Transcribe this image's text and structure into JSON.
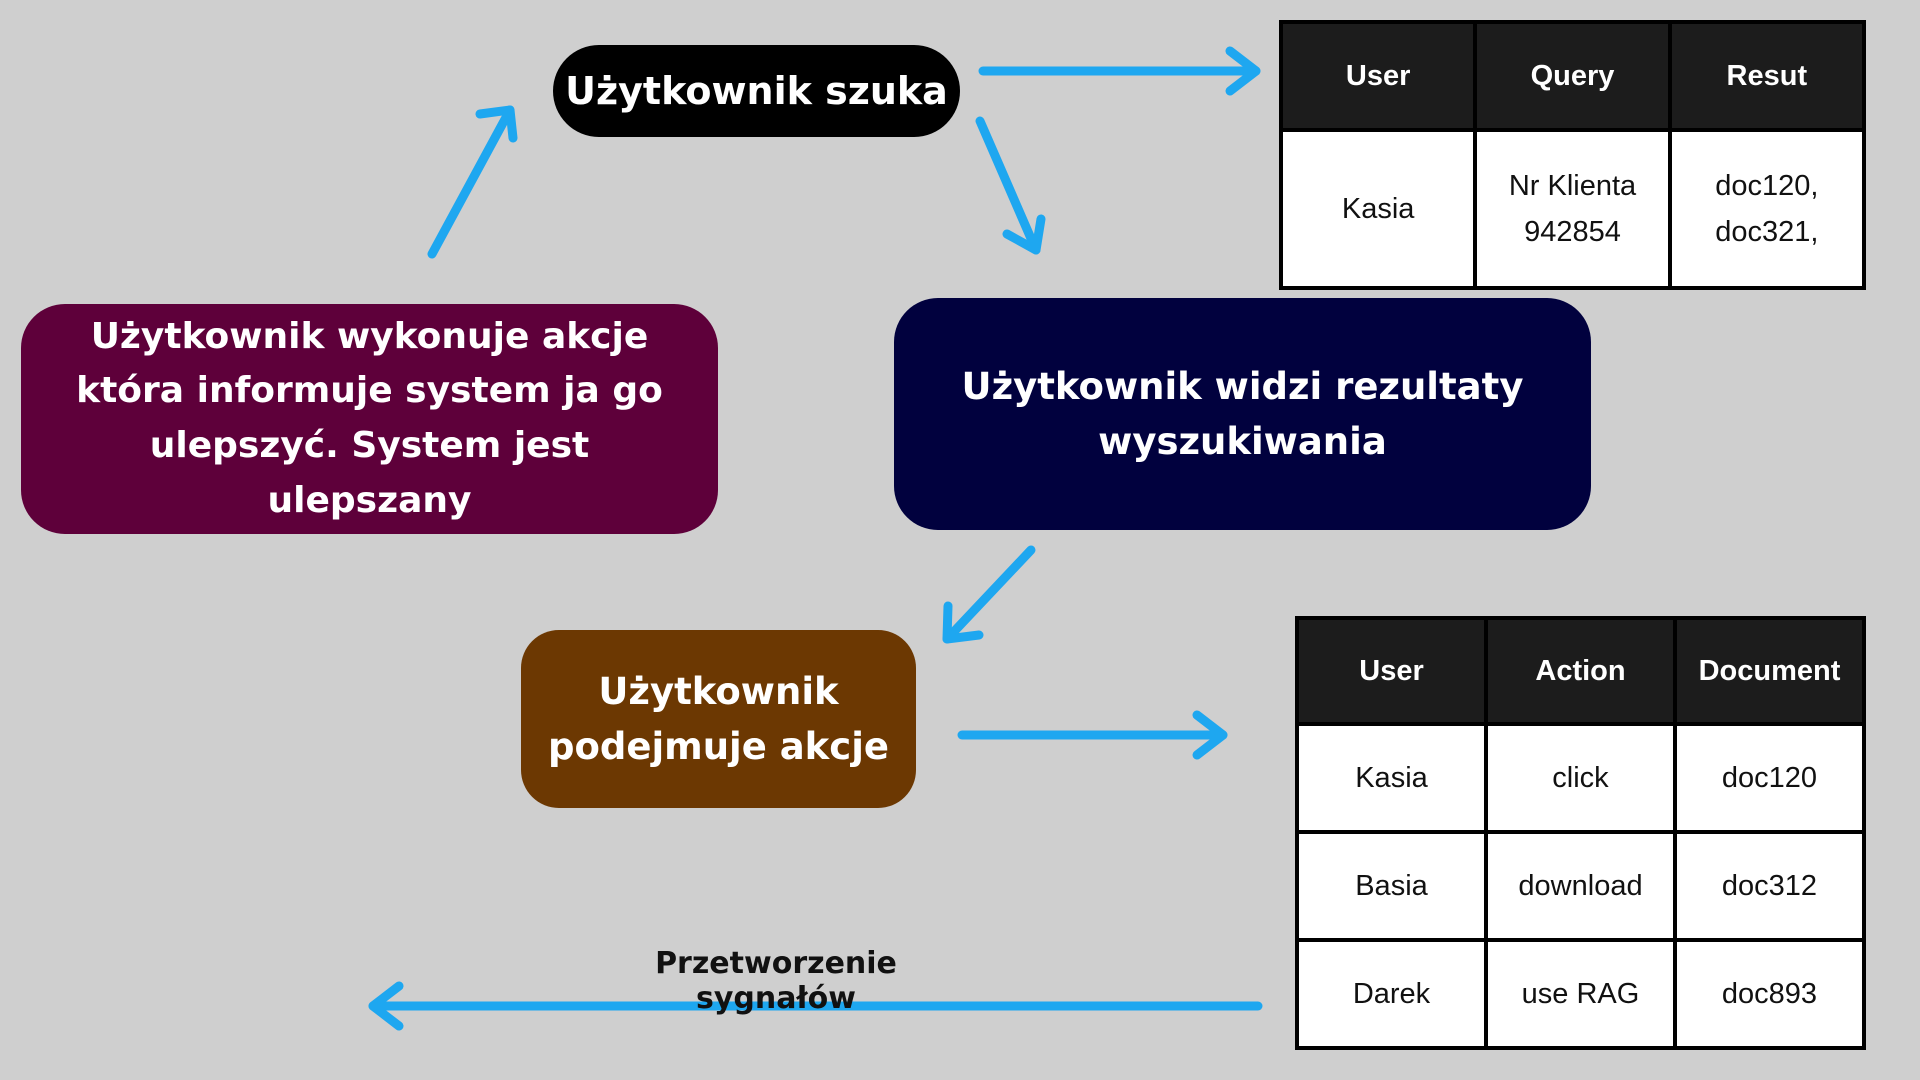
{
  "nodes": {
    "search": "Użytkownik szuka",
    "results": "Użytkownik widzi rezultaty wyszukiwania",
    "action": "Użytkownik podejmuje akcje",
    "improve": "Użytkownik wykonuje akcje która informuje system ja go ulepszyć. System jest ulepszany"
  },
  "query_table": {
    "headers": [
      "User",
      "Query",
      "Resut"
    ],
    "rows": [
      [
        "Kasia",
        "Nr Klienta 942854",
        "doc120, doc321,"
      ]
    ]
  },
  "action_table": {
    "headers": [
      "User",
      "Action",
      "Document"
    ],
    "rows": [
      [
        "Kasia",
        "click",
        "doc120"
      ],
      [
        "Basia",
        "download",
        "doc312"
      ],
      [
        "Darek",
        "use RAG",
        "doc893"
      ]
    ]
  },
  "signal_label": "Przetworzenie sygnałów",
  "colors": {
    "arrow": "#1ea7f0",
    "search": "#000000",
    "results": "#01013e",
    "action": "#6c3802",
    "improve": "#5e003a"
  }
}
